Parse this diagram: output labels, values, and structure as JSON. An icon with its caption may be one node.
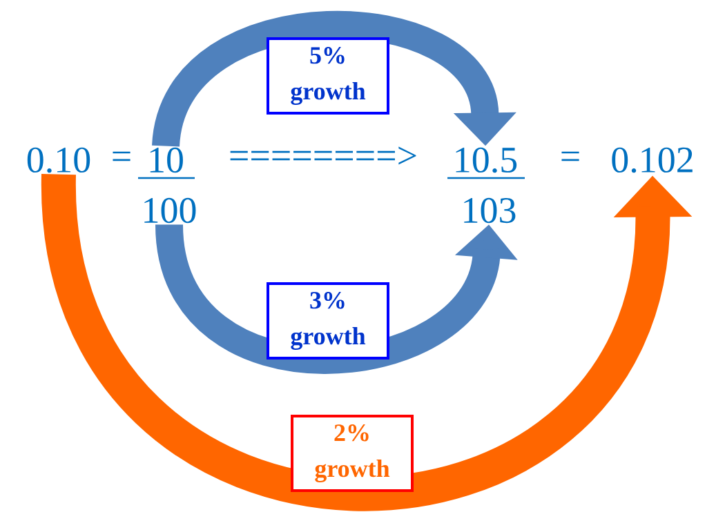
{
  "diagram": {
    "nodes": [
      {
        "text": [
          "0.10"
        ]
      },
      {
        "text": [
          "10"
        ]
      },
      {
        "text": [
          "100"
        ]
      },
      {
        "text": [
          "10.5"
        ]
      },
      {
        "text": [
          "103"
        ]
      },
      {
        "text": [
          "0.102"
        ]
      }
    ],
    "edges": [
      {
        "from": 1,
        "to": 3,
        "arrow": "to",
        "label": "5% growth"
      },
      {
        "from": 2,
        "to": 4,
        "arrow": "to",
        "label": "3% growth"
      },
      {
        "from": 0,
        "to": 5,
        "arrow": "to",
        "label": "2% growth",
        "color": "#ff6600"
      }
    ],
    "labels": [
      "=",
      "========>",
      "="
    ]
  }
}
